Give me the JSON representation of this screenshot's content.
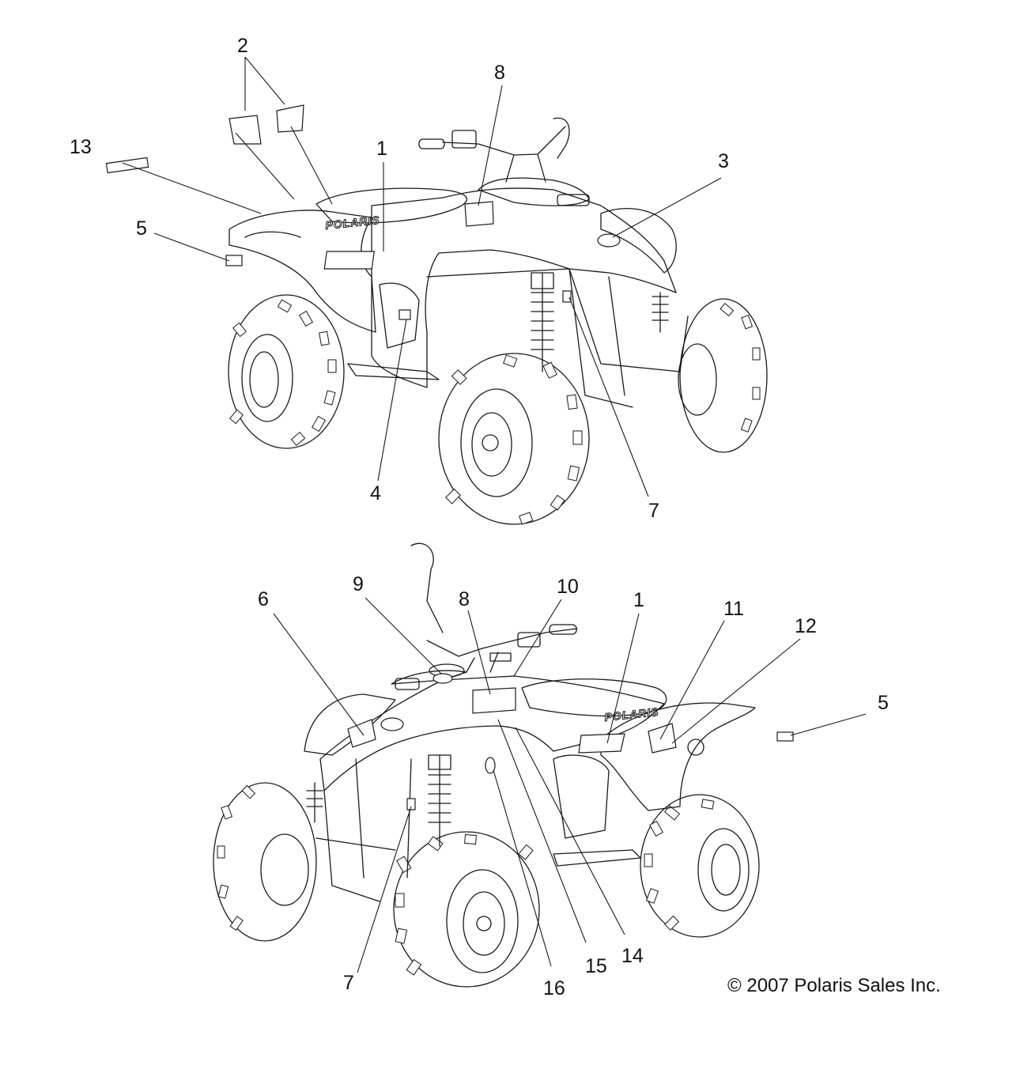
{
  "upper_view": {
    "brand_mark": "POLARIS",
    "callouts": [
      "2",
      "8",
      "13",
      "1",
      "3",
      "5",
      "4",
      "7"
    ]
  },
  "lower_view": {
    "brand_mark": "POLARIS",
    "callouts": [
      "9",
      "8",
      "10",
      "1",
      "11",
      "12",
      "6",
      "5",
      "7",
      "16",
      "15",
      "14"
    ]
  },
  "copyright": "© 2007 Polaris Sales Inc."
}
